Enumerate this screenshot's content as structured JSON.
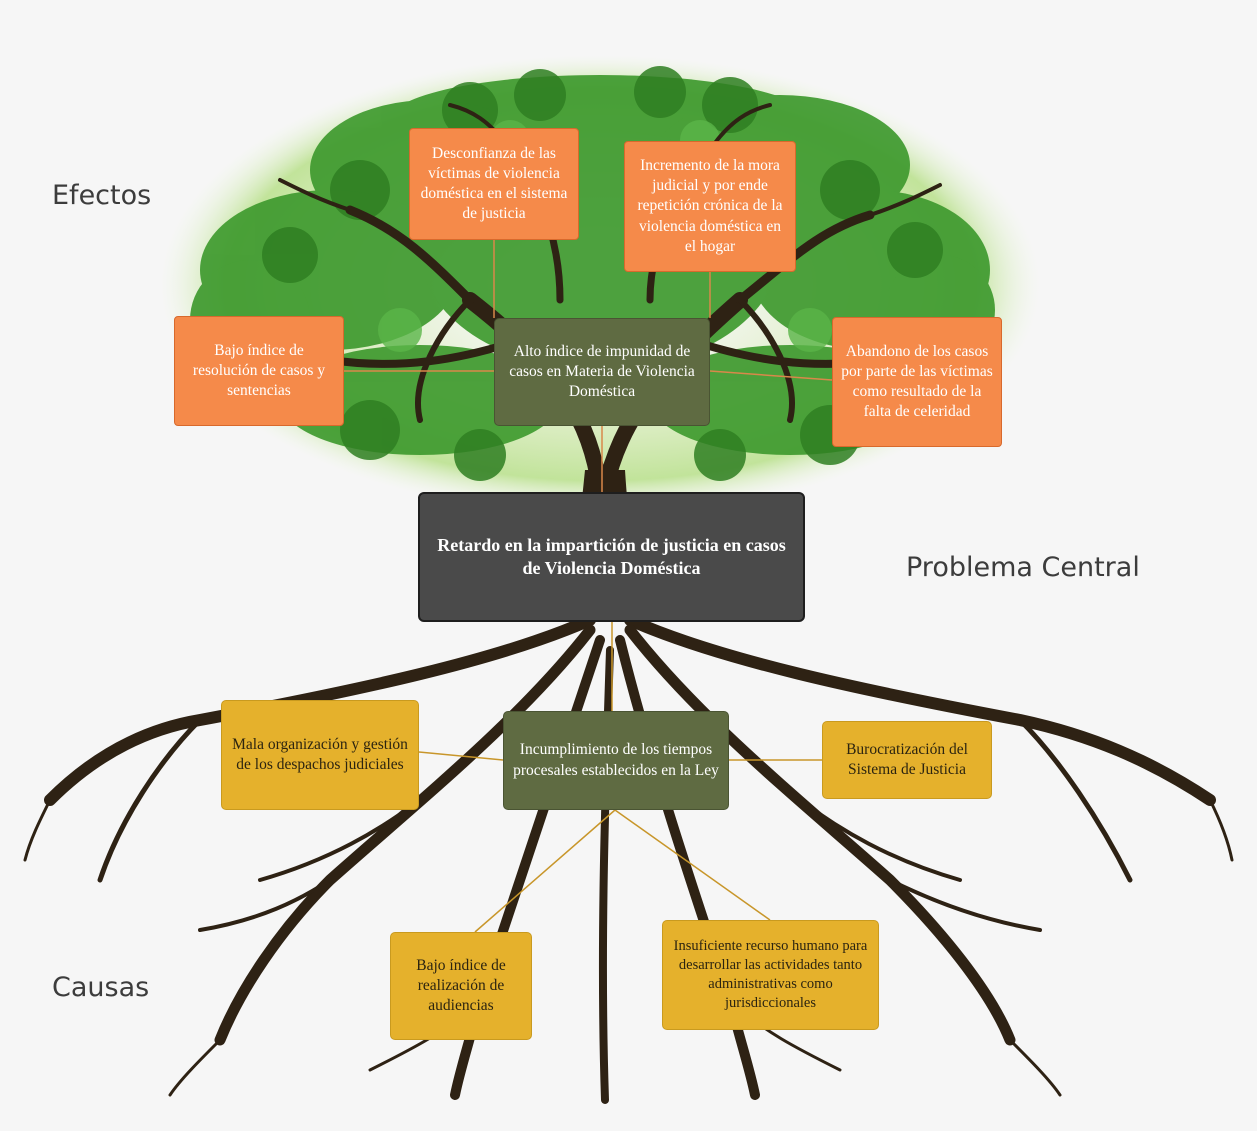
{
  "labels": {
    "effects": "Efectos",
    "central": "Problema Central",
    "causes": "Causas"
  },
  "central_problem": "Retardo en la impartición de justicia en casos de Violencia Doméstica",
  "main_effect": "Alto índice de impunidad de casos en Materia de Violencia Doméstica",
  "effects": [
    "Desconfianza de las víctimas de violencia doméstica en el sistema de justicia",
    "Incremento de la mora judicial y por ende repetición crónica de la violencia doméstica en el hogar",
    "Bajo índice de resolución de casos y sentencias",
    "Abandono de los casos por parte de las víctimas como resultado de la falta de celeridad"
  ],
  "main_cause": "Incumplimiento de los tiempos procesales establecidos en la Ley",
  "causes": [
    "Mala organización y gestión de los despachos judiciales",
    "Burocratización del Sistema de Justicia",
    "Bajo índice de realización de audiencias",
    "Insuficiente recurso humano para desarrollar las actividades tanto administrativas como jurisdiccionales"
  ],
  "colors": {
    "effect_box": "#f58a4a",
    "cause_box": "#e5b12c",
    "mid_box": "#5f6b42",
    "central_box": "#4a4a4a",
    "trunk": "#2e2214",
    "foliage": "#3f9a2f"
  }
}
